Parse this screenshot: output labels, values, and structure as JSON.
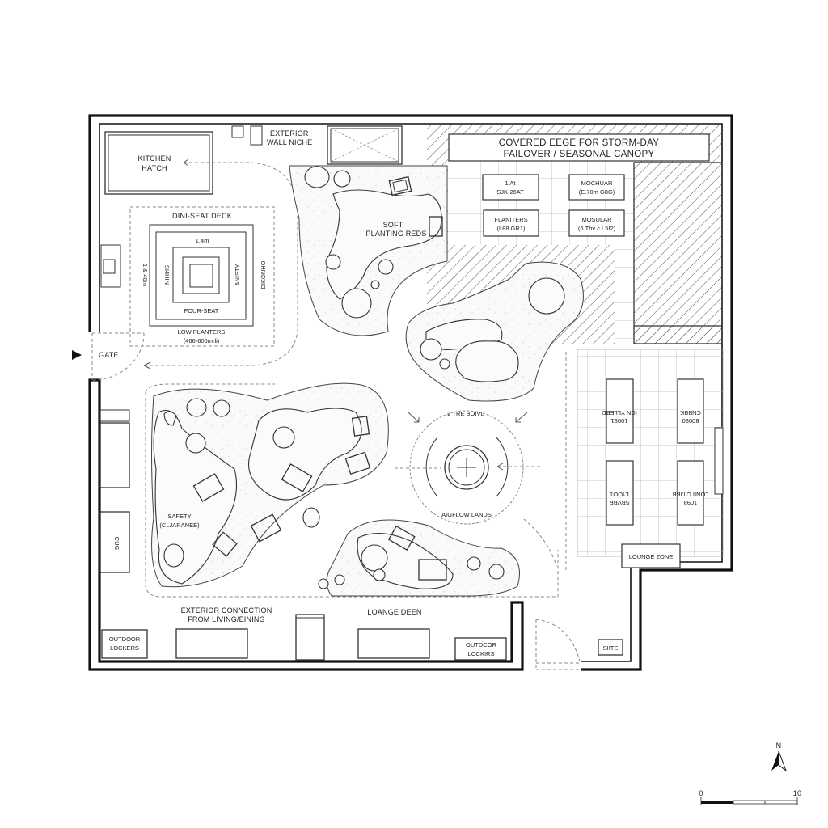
{
  "plan": {
    "labels": {
      "kitchen_hatch": [
        "KITCHEN",
        "HATCH"
      ],
      "exterior_wall_niche": [
        "EXTERIOR",
        "WALL NICHE"
      ],
      "covered_edge": [
        "COVERED EEGE FOR STORM-DAY",
        "FAILOVER / SEASONAL CANOPY"
      ],
      "dini_seat_deck": "DINI-SEAT DECK",
      "deck_dim_top": "1.4m",
      "deck_dim_left": "1.& 40m",
      "deck_side_left": "SI4HIN",
      "deck_side_right": "ANISTY",
      "deck_outer_right": "DIKONHO",
      "four_seat": "FOUR-SEAT",
      "low_planters": [
        "LOW PLANTERS",
        "(466-600mrli)"
      ],
      "soft_planting": [
        "SOFT",
        "PLANTING REDS"
      ],
      "gate": "GATE",
      "safety_clearance": [
        "SAFETY",
        "(CLJARANEE)"
      ],
      "fire_bowl_top": "2 TRE BOIVL",
      "fire_bowl_bottom": "AIGFLOW LANDS",
      "exterior_connection": [
        "EXTERIOR CONNECTION",
        "FROM LIVING/EINING"
      ],
      "lounge_deen": "LOANGE DEEN",
      "outdoor_lockers_left": [
        "OUTDOOR",
        "LOCKERS"
      ],
      "outdoor_lockers_right": [
        "OUTDCOR",
        "LOCKIRS"
      ],
      "site": "SIITE",
      "lounge_zone": "LOUNGE ZONE"
    },
    "canopy_boxes": [
      {
        "line1": "1 At",
        "line2": "SJK-26AT"
      },
      {
        "line1": "MOCHUAR",
        "line2": "(E.70m G8G)"
      },
      {
        "line1": "FLANITERS",
        "line2": "(L88 GR1)"
      },
      {
        "line1": "MOSULAR",
        "line2": "(6.Thv c L5I2)"
      }
    ],
    "lounge_boxes": [
      {
        "line1": "ICN YLLEBD",
        "line2": "10091"
      },
      {
        "line1": "CNBBK",
        "line2": "80090"
      },
      {
        "line1": "L'IOO1",
        "line2": "SBVBR"
      },
      {
        "line1": "LONII CIIJBB",
        "line2": "1093"
      }
    ],
    "north_label": "N",
    "scale": {
      "start": "0",
      "end": "10"
    }
  }
}
